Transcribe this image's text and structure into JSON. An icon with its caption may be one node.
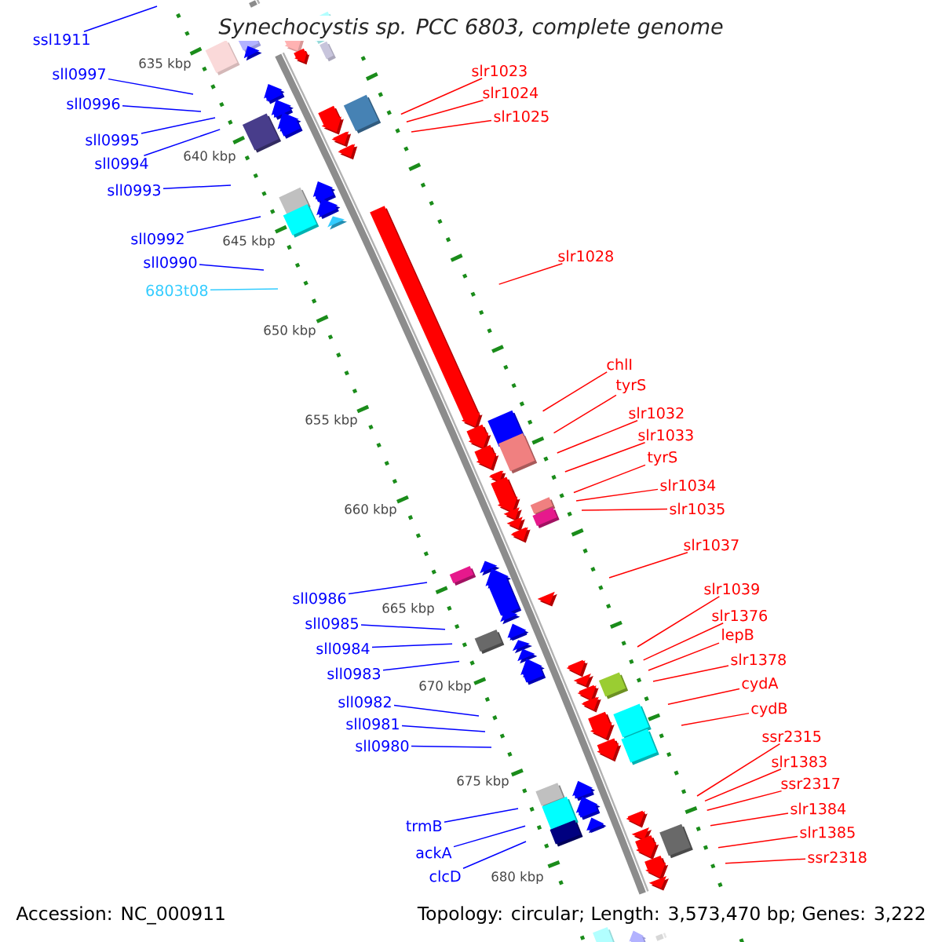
{
  "diagram": {
    "title": "Synechocystis sp. PCC 6803, complete genome",
    "nodes": [
      {
        "text": [
          "ssl1911"
        ]
      },
      {
        "text": [
          "sll0997"
        ]
      },
      {
        "text": [
          "sll0996"
        ]
      },
      {
        "text": [
          "sll0995"
        ]
      },
      {
        "text": [
          "sll0994"
        ]
      },
      {
        "text": [
          "sll0993"
        ]
      },
      {
        "text": [
          "sll0992"
        ]
      },
      {
        "text": [
          "sll0990"
        ]
      },
      {
        "text": [
          "6803t08"
        ]
      },
      {
        "text": [
          "sll0986"
        ]
      },
      {
        "text": [
          "sll0985"
        ]
      },
      {
        "text": [
          "sll0984"
        ]
      },
      {
        "text": [
          "sll0983"
        ]
      },
      {
        "text": [
          "sll0982"
        ]
      },
      {
        "text": [
          "sll0981"
        ]
      },
      {
        "text": [
          "sll0980"
        ]
      },
      {
        "text": [
          "trmB"
        ]
      },
      {
        "text": [
          "ackA"
        ]
      },
      {
        "text": [
          "clcD"
        ]
      },
      {
        "text": [
          "slr1023"
        ]
      },
      {
        "text": [
          "slr1024"
        ]
      },
      {
        "text": [
          "slr1025"
        ]
      },
      {
        "text": [
          "slr1028"
        ]
      },
      {
        "text": [
          "chlI"
        ]
      },
      {
        "text": [
          "tyrS"
        ]
      },
      {
        "text": [
          "slr1032"
        ]
      },
      {
        "text": [
          "slr1033"
        ]
      },
      {
        "text": [
          "tyrS"
        ]
      },
      {
        "text": [
          "slr1034"
        ]
      },
      {
        "text": [
          "slr1035"
        ]
      },
      {
        "text": [
          "slr1037"
        ]
      },
      {
        "text": [
          "slr1039"
        ]
      },
      {
        "text": [
          "slr1376"
        ]
      },
      {
        "text": [
          "lepB"
        ]
      },
      {
        "text": [
          "slr1378"
        ]
      },
      {
        "text": [
          "cydA"
        ]
      },
      {
        "text": [
          "cydB"
        ]
      },
      {
        "text": [
          "ssr2315"
        ]
      },
      {
        "text": [
          "slr1383"
        ]
      },
      {
        "text": [
          "ssr2317"
        ]
      },
      {
        "text": [
          "slr1384"
        ]
      },
      {
        "text": [
          "slr1385"
        ]
      },
      {
        "text": [
          "ssr2318"
        ]
      }
    ],
    "edges": [
      {
        "from": 0,
        "to": null,
        "arrow": "none",
        "color": "#0000ff"
      },
      {
        "from": 1,
        "to": null,
        "arrow": "none",
        "color": "#0000ff"
      },
      {
        "from": 2,
        "to": null,
        "arrow": "none",
        "color": "#0000ff"
      },
      {
        "from": 3,
        "to": null,
        "arrow": "none",
        "color": "#0000ff"
      },
      {
        "from": 4,
        "to": null,
        "arrow": "none",
        "color": "#0000ff"
      },
      {
        "from": 5,
        "to": null,
        "arrow": "none",
        "color": "#0000ff"
      },
      {
        "from": 6,
        "to": null,
        "arrow": "none",
        "color": "#0000ff"
      },
      {
        "from": 7,
        "to": null,
        "arrow": "none",
        "color": "#0000ff"
      },
      {
        "from": 8,
        "to": null,
        "arrow": "none",
        "color": "#33ccff"
      },
      {
        "from": 9,
        "to": null,
        "arrow": "none",
        "color": "#0000ff"
      },
      {
        "from": 10,
        "to": null,
        "arrow": "none",
        "color": "#0000ff"
      },
      {
        "from": 11,
        "to": null,
        "arrow": "none",
        "color": "#0000ff"
      },
      {
        "from": 12,
        "to": null,
        "arrow": "none",
        "color": "#0000ff"
      },
      {
        "from": 13,
        "to": null,
        "arrow": "none",
        "color": "#0000ff"
      },
      {
        "from": 14,
        "to": null,
        "arrow": "none",
        "color": "#0000ff"
      },
      {
        "from": 15,
        "to": null,
        "arrow": "none",
        "color": "#0000ff"
      },
      {
        "from": 16,
        "to": null,
        "arrow": "none",
        "color": "#0000ff"
      },
      {
        "from": 17,
        "to": null,
        "arrow": "none",
        "color": "#0000ff"
      },
      {
        "from": 18,
        "to": null,
        "arrow": "none",
        "color": "#0000ff"
      },
      {
        "from": 19,
        "to": null,
        "arrow": "none"
      },
      {
        "from": 20,
        "to": null,
        "arrow": "none"
      },
      {
        "from": 21,
        "to": null,
        "arrow": "none"
      },
      {
        "from": 22,
        "to": null,
        "arrow": "none"
      },
      {
        "from": 23,
        "to": null,
        "arrow": "none"
      },
      {
        "from": 24,
        "to": null,
        "arrow": "none"
      },
      {
        "from": 25,
        "to": null,
        "arrow": "none"
      },
      {
        "from": 26,
        "to": null,
        "arrow": "none"
      },
      {
        "from": 27,
        "to": null,
        "arrow": "none"
      },
      {
        "from": 28,
        "to": null,
        "arrow": "none"
      },
      {
        "from": 29,
        "to": null,
        "arrow": "none"
      },
      {
        "from": 30,
        "to": null,
        "arrow": "none"
      },
      {
        "from": 31,
        "to": null,
        "arrow": "none"
      },
      {
        "from": 32,
        "to": null,
        "arrow": "none"
      },
      {
        "from": 33,
        "to": null,
        "arrow": "none"
      },
      {
        "from": 34,
        "to": null,
        "arrow": "none"
      },
      {
        "from": 35,
        "to": null,
        "arrow": "none"
      },
      {
        "from": 36,
        "to": null,
        "arrow": "none"
      },
      {
        "from": 37,
        "to": null,
        "arrow": "none"
      },
      {
        "from": 38,
        "to": null,
        "arrow": "none"
      },
      {
        "from": 39,
        "to": null,
        "arrow": "none"
      },
      {
        "from": 40,
        "to": null,
        "arrow": "none"
      },
      {
        "from": 41,
        "to": null,
        "arrow": "none"
      },
      {
        "from": 42,
        "to": null,
        "arrow": "none"
      }
    ],
    "labels": [
      "635 kbp",
      "640 kbp",
      "645 kbp",
      "650 kbp",
      "655 kbp",
      "660 kbp",
      "665 kbp",
      "670 kbp",
      "675 kbp",
      "680 kbp",
      "Accession: NC_000911",
      "Topology: circular; Length: 3,573,470 bp; Genes: 3,222"
    ]
  }
}
